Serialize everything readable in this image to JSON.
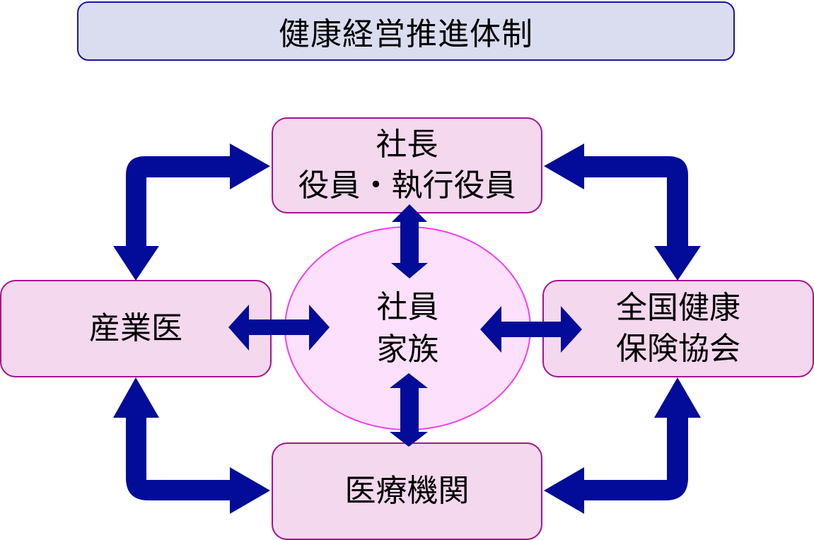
{
  "title": "健康経営推進体制",
  "colors": {
    "arrow": "#020c98",
    "title_fill": "#dadcf0",
    "title_border": "#16169a",
    "node_fill": "#f3d8ee",
    "node_border": "#a8138c",
    "center_fill": "#fde0fb",
    "center_border": "#f040ee"
  },
  "nodes": {
    "top": {
      "lines": [
        "社長",
        "役員・執行役員"
      ]
    },
    "left": {
      "lines": [
        "産業医"
      ]
    },
    "right": {
      "lines": [
        "全国健康",
        "保険協会"
      ]
    },
    "bottom": {
      "lines": [
        "医療機関"
      ]
    },
    "center": {
      "lines": [
        "社員",
        "家族"
      ]
    }
  },
  "connections": [
    {
      "from": "top",
      "to": "center",
      "type": "bidirectional"
    },
    {
      "from": "left",
      "to": "center",
      "type": "bidirectional"
    },
    {
      "from": "right",
      "to": "center",
      "type": "bidirectional"
    },
    {
      "from": "bottom",
      "to": "center",
      "type": "bidirectional"
    },
    {
      "from": "top",
      "to": "left",
      "type": "bidirectional-elbow"
    },
    {
      "from": "top",
      "to": "right",
      "type": "bidirectional-elbow"
    },
    {
      "from": "bottom",
      "to": "left",
      "type": "bidirectional-elbow"
    },
    {
      "from": "bottom",
      "to": "right",
      "type": "bidirectional-elbow"
    }
  ]
}
